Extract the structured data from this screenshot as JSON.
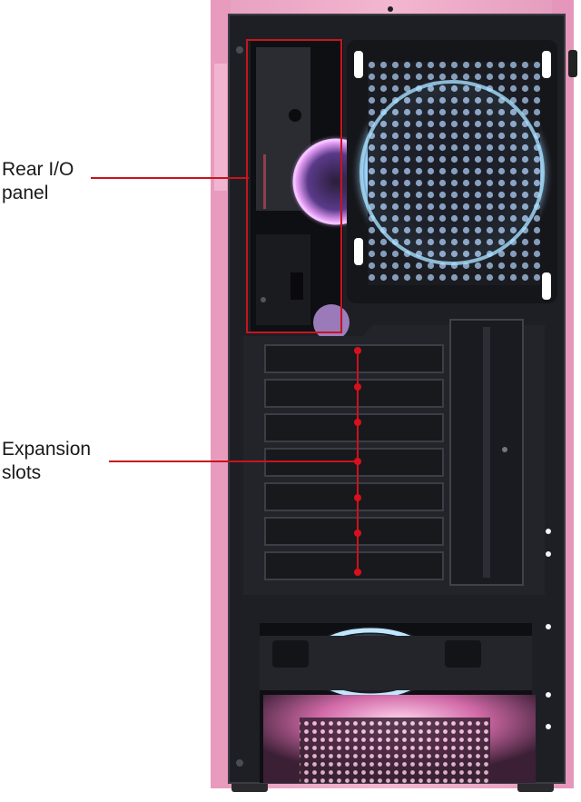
{
  "labels": {
    "rear_io": [
      "Rear I/O",
      "panel"
    ],
    "expansion": [
      "Expansion",
      "slots"
    ]
  },
  "colors": {
    "case_pink": "#eeaac8",
    "case_pink_dark": "#d98fb2",
    "chassis_black": "#1d1f24",
    "callout_red": "#c8141e",
    "fan_glow_blue": "#7fd8ff",
    "fan_glow_pink": "#ff7fd0"
  }
}
